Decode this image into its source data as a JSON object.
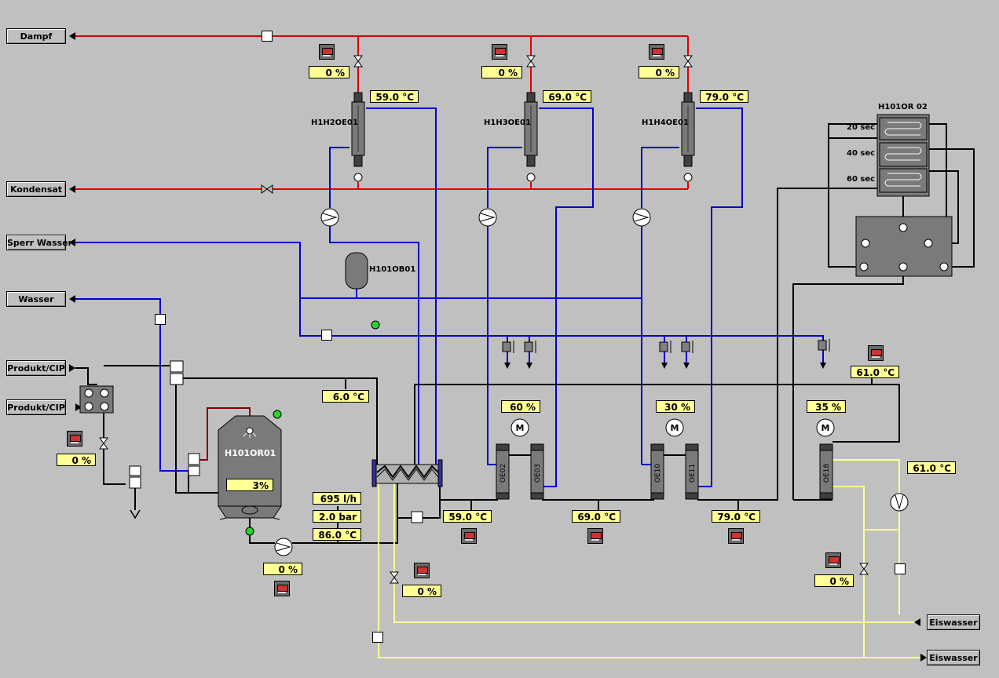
{
  "streams": {
    "dampf": "Dampf",
    "kondensat": "Kondensat",
    "sperr_wasser": "Sperr Wasser",
    "wasser": "Wasser",
    "produkt_cip_out": "Produkt/CIP",
    "produkt_cip_in": "Produkt/CIP",
    "eiswasser_in": "Eiswasser",
    "eiswasser_out": "Eiswasser"
  },
  "heaters": [
    {
      "tag": "H1H2OE01",
      "valve_pct": "0 %",
      "temp": "59.0 °C"
    },
    {
      "tag": "H1H3OE01",
      "valve_pct": "0 %",
      "temp": "69.0 °C"
    },
    {
      "tag": "H1H4OE01",
      "valve_pct": "0 %",
      "temp": "79.0 °C"
    }
  ],
  "holder": {
    "tag": "H101OR 02",
    "stages": [
      "20 sec",
      "40 sec",
      "60 sec"
    ]
  },
  "buffer_tag": "H101OB01",
  "tank": {
    "tag": "H101OR01",
    "level": "3%"
  },
  "values": {
    "cip_valve": "0 %",
    "inlet_temp": "6.0 °C",
    "flow": "695 l/h",
    "pressure": "2.0 bar",
    "product_temp": "86.0 °C",
    "feed_pump": "0 %",
    "cooling_valve": "0 %",
    "motor1": "60 %",
    "motor2": "30 %",
    "motor3": "35 %",
    "temp_stage1": "59.0 °C",
    "temp_stage2": "69.0 °C",
    "temp_stage3": "79.0 °C",
    "temp_top_right": "61.0 °C",
    "temp_right": "61.0 °C",
    "ice_valve": "0 %"
  },
  "homogenizers": [
    "OE02",
    "OE03",
    "OE10",
    "OE11",
    "OE18"
  ],
  "colors": {
    "steam": "#e00000",
    "water": "#0000c8",
    "product": "#000000",
    "ice_water": "#ffff96",
    "tank_link": "#800000",
    "background": "#c0c0c0"
  }
}
